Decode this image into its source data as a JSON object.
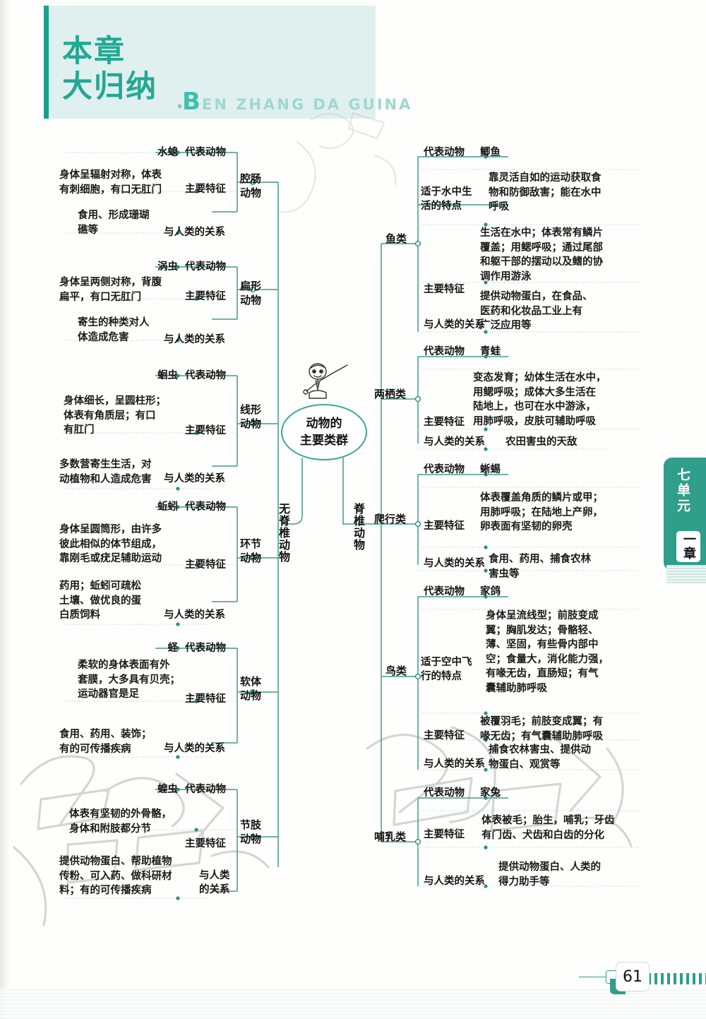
{
  "header": {
    "title_cn": "本章\n大归纳",
    "pinyin_initial": "B",
    "pinyin_rest": "EN ZHANG DA GUINA",
    "accent_color": "#23a893"
  },
  "side_tab": {
    "unit_label": "七单元",
    "chapter_label": "一章",
    "color": "#2f9e8a"
  },
  "footer": {
    "page_number": "61"
  },
  "center": {
    "title": "动物的\n主要类群",
    "branch_left": "无脊椎动物",
    "branch_right": "脊椎动物"
  },
  "labels": {
    "representative": "代表动物",
    "main_features": "主要特征",
    "relation": "与人类的关系",
    "water_adaptation": "适于水中生\n活的特点",
    "flight_adaptation": "适于空中飞\n行的特点",
    "relation_wrapped": "与人类\n的关系"
  },
  "invertebrates": [
    {
      "group": "腔肠\n动物",
      "representative": "水螅",
      "features": "身体呈辐射对称，体表\n有刺细胞，有口无肛门",
      "relation": "食用、形成珊瑚\n礁等"
    },
    {
      "group": "扁形\n动物",
      "representative": "涡虫",
      "features": "身体呈两侧对称，背腹\n扁平，有口无肛门",
      "relation": "寄生的种类对人\n体造成危害"
    },
    {
      "group": "线形\n动物",
      "representative": "蛔虫",
      "features": "身体细长，呈圆柱形；\n体表有角质层；有口\n有肛门",
      "relation": "多数营寄生生活，对\n动植物和人造成危害"
    },
    {
      "group": "环节\n动物",
      "representative": "蚯蚓",
      "features": "身体呈圆筒形，由许多\n彼此相似的体节组成，\n靠刚毛或疣足辅助运动",
      "relation": "药用；蚯蚓可疏松\n土壤、做优良的蛋\n白质饲料"
    },
    {
      "group": "软体\n动物",
      "representative": "蛏",
      "features": "柔软的身体表面有外\n套膜，大多具有贝壳；\n运动器官是足",
      "relation": "食用、药用、装饰；\n有的可传播疾病"
    },
    {
      "group": "节肢\n动物",
      "representative": "蝗虫",
      "features": "体表有坚韧的外骨骼，\n身体和附肢都分节",
      "relation": "提供动物蛋白、帮助植物\n传粉、可入药、做科研材\n料；有的可传播疾病"
    }
  ],
  "vertebrates": [
    {
      "group": "鱼类",
      "representative": "鲫鱼",
      "adaptation_label": "适于水中生\n活的特点",
      "adaptation": "靠灵活自如的运动获取食\n物和防御敌害；能在水中\n呼吸",
      "features": "生活在水中；体表常有鳞片\n覆盖；用鳃呼吸；通过尾部\n和躯干部的摆动以及鳍的协\n调作用游泳",
      "relation": "提供动物蛋白，在食品、\n医药和化妆品工业上有\n广泛应用等"
    },
    {
      "group": "两栖类",
      "representative": "青蛙",
      "features": "变态发育；幼体生活在水中，\n用鳃呼吸；成体大多生活在\n陆地上，也可在水中游泳，\n用肺呼吸，皮肤可辅助呼吸",
      "relation": "农田害虫的天敌"
    },
    {
      "group": "爬行类",
      "representative": "蜥蜴",
      "features": "体表覆盖角质的鳞片或甲；\n用肺呼吸；在陆地上产卵，\n卵表面有坚韧的卵壳",
      "relation": "食用、药用、捕食农林\n害虫等"
    },
    {
      "group": "鸟类",
      "representative": "家鸽",
      "adaptation_label": "适于空中飞\n行的特点",
      "adaptation": "身体呈流线型；前肢变成\n翼；胸肌发达；骨骼轻、\n薄、坚固，有些骨内部中\n空；食量大，消化能力强，\n有喙无齿，直肠短；有气\n囊辅助肺呼吸",
      "features": "被覆羽毛；前肢变成翼；有\n喙无齿；有气囊辅助肺呼吸",
      "relation": "捕食农林害虫、提供动\n物蛋白、观赏等"
    },
    {
      "group": "哺乳类",
      "representative": "家兔",
      "features": "体表被毛；胎生，哺乳；牙齿\n有门齿、犬齿和白齿的分化",
      "relation": "提供动物蛋白、人类的\n得力助手等"
    }
  ]
}
